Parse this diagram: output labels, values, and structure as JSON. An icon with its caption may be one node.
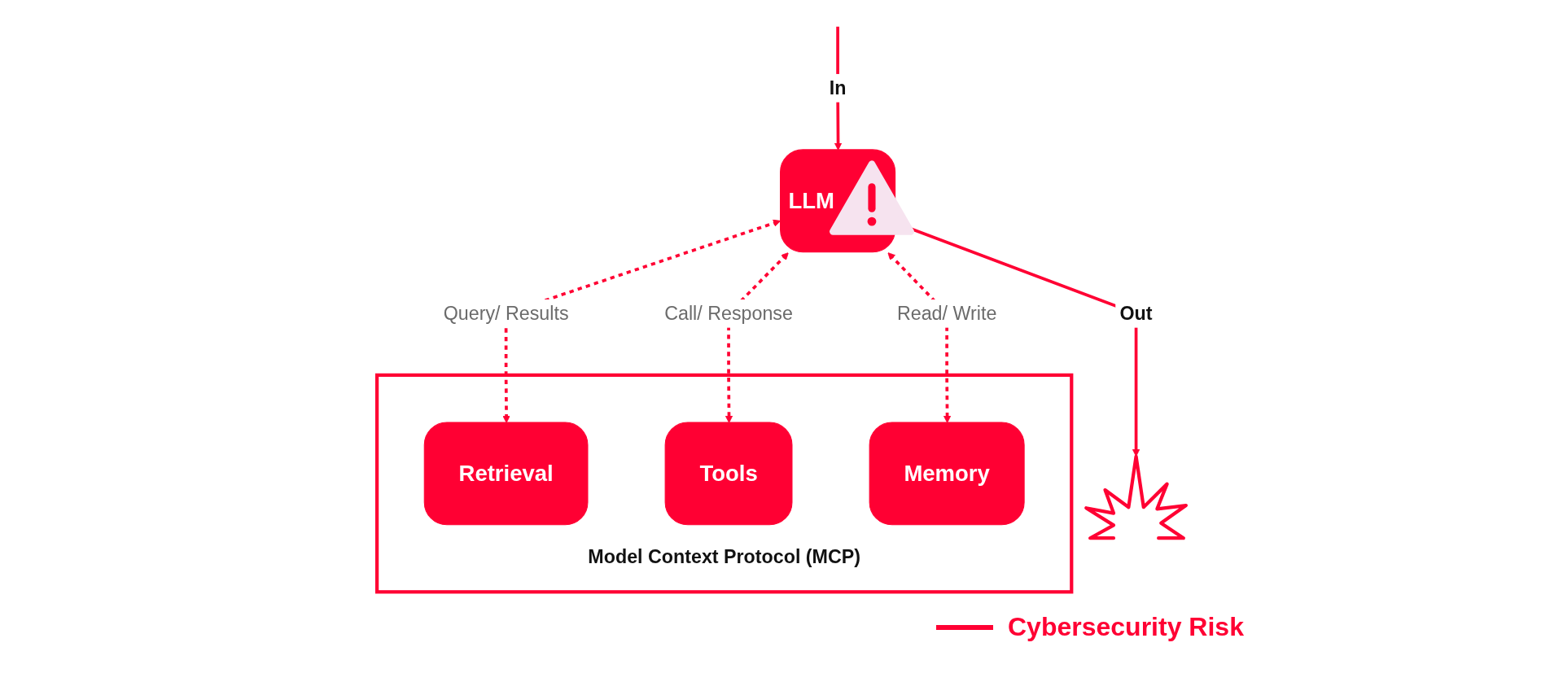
{
  "diagram": {
    "nodes": [
      {
        "text": [
          "LLM"
        ]
      },
      {
        "text": [],
        "shape": "burst"
      },
      {
        "text": [
          "Model Context Protocol (MCP)"
        ]
      },
      {
        "text": [
          "Retrieval"
        ],
        "in": 2
      },
      {
        "text": [
          "Tools"
        ],
        "in": 2
      },
      {
        "text": [
          "Memory"
        ],
        "in": 2
      }
    ],
    "edges": [
      {
        "from": null,
        "to": 0,
        "arrow": "to",
        "label": "In"
      },
      {
        "from": 0,
        "to": 1,
        "arrow": "to",
        "label": "Out"
      },
      {
        "from": 0,
        "to": 3,
        "arrow": "both",
        "label": "Query/ Results",
        "style": "dashed"
      },
      {
        "from": 0,
        "to": 4,
        "arrow": "both",
        "label": "Call/ Response",
        "style": "dashed"
      },
      {
        "from": 0,
        "to": 5,
        "arrow": "both",
        "label": "Read/ Write",
        "style": "dashed"
      }
    ],
    "legend": [
      {
        "text": "Cybersecurity Risk"
      }
    ]
  }
}
